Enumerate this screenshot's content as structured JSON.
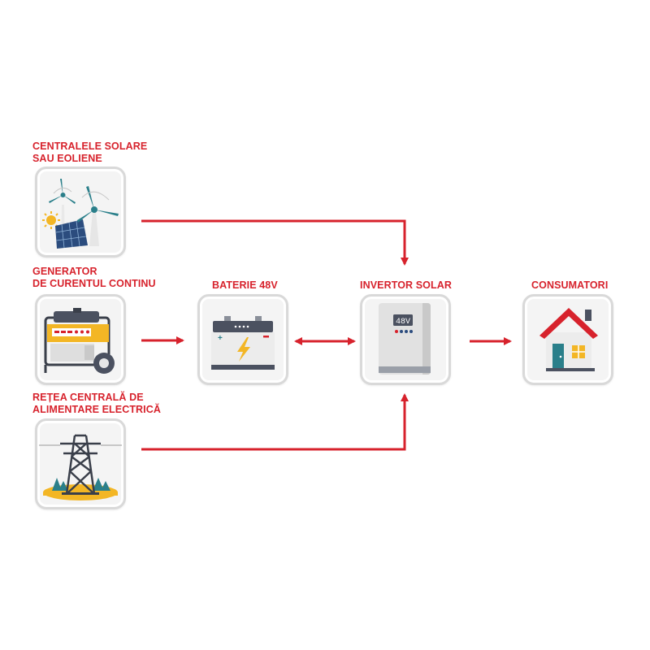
{
  "nodes": {
    "solar_wind": {
      "label_line1": "CENTRALELE SOLARE",
      "label_line2": "SAU EOLIENE",
      "icon": "wind-solar-icon"
    },
    "generator": {
      "label_line1": "GENERATOR",
      "label_line2": "DE CURENTUL CONTINU",
      "icon": "generator-icon"
    },
    "grid": {
      "label_line1": "REȚEA CENTRALĂ DE",
      "label_line2": "ALIMENTARE ELECTRICĂ",
      "icon": "power-tower-icon"
    },
    "battery": {
      "label": "BATERIE 48V",
      "icon": "battery-icon"
    },
    "inverter": {
      "label": "INVERTOR SOLAR",
      "icon": "inverter-icon",
      "display_text": "48V"
    },
    "consumers": {
      "label": "CONSUMATORI",
      "icon": "house-icon"
    }
  },
  "colors": {
    "accent": "#d7222c",
    "card_border": "#d9d9d9",
    "card_bg": "#f4f4f4"
  },
  "connections": [
    {
      "from": "solar_wind",
      "to": "inverter",
      "direction": "one-way"
    },
    {
      "from": "generator",
      "to": "battery",
      "direction": "one-way"
    },
    {
      "from": "battery",
      "to": "inverter",
      "direction": "two-way"
    },
    {
      "from": "grid",
      "to": "inverter",
      "direction": "one-way"
    },
    {
      "from": "inverter",
      "to": "consumers",
      "direction": "one-way"
    }
  ]
}
